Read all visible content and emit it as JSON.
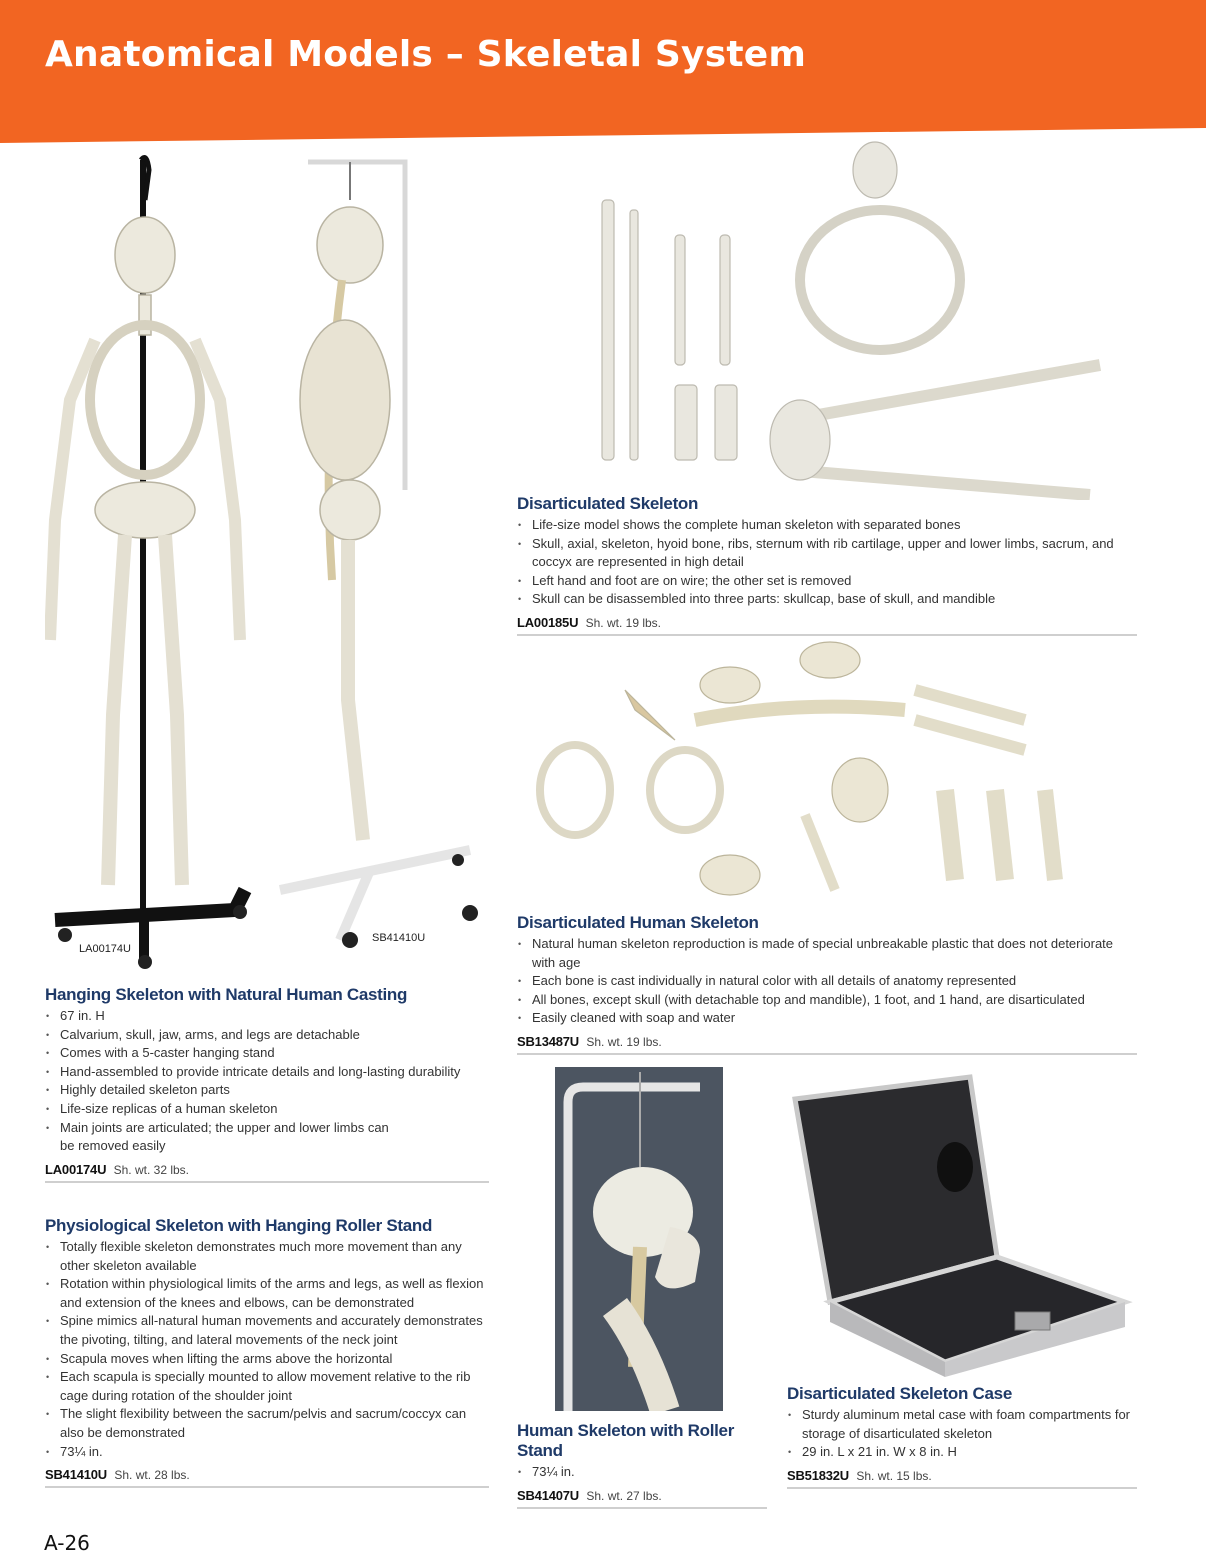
{
  "header": {
    "title": "Anatomical Models – Skeletal System",
    "color": "#f26522"
  },
  "images": {
    "hanging_skeleton_caption": "LA00174U",
    "physiological_skeleton_caption": "SB41410U"
  },
  "products": [
    {
      "title": "Disarticulated Skeleton",
      "bullets": [
        "Life-size model shows the complete human skeleton with separated bones",
        "Skull, axial, skeleton, hyoid bone, ribs, sternum with rib cartilage, upper and lower limbs, sacrum, and coccyx are represented in high detail",
        "Left hand and foot are on wire; the other set is removed",
        "Skull can be disassembled into three parts: skullcap, base of skull, and mandible"
      ],
      "sku": "LA00185U",
      "weight": "Sh. wt. 19 lbs."
    },
    {
      "title": "Disarticulated Human Skeleton",
      "bullets": [
        "Natural human skeleton reproduction is made of special unbreakable plastic that does not deteriorate with age",
        "Each bone is cast individually in natural color with all details of anatomy represented",
        "All bones, except skull (with detachable top and mandible), 1 foot, and 1 hand, are disarticulated",
        "Easily cleaned with soap and water"
      ],
      "sku": "SB13487U",
      "weight": "Sh. wt. 19 lbs."
    },
    {
      "title": "Hanging Skeleton with Natural Human Casting",
      "bullets": [
        "67 in. H",
        "Calvarium, skull, jaw, arms, and legs are detachable",
        "Comes with a 5-caster hanging stand",
        "Hand-assembled to provide intricate details and long-lasting durability",
        "Highly detailed skeleton parts",
        "Life-size replicas of a human skeleton",
        "Main joints are articulated; the upper and lower limbs can be removed easily"
      ],
      "sku": "LA00174U",
      "weight": "Sh. wt. 32 lbs."
    },
    {
      "title": "Physiological Skeleton with Hanging Roller Stand",
      "bullets": [
        "Totally flexible skeleton demonstrates much more movement than any other skeleton available",
        "Rotation within physiological limits of the arms and legs, as well as flexion and extension of the knees and elbows, can be demonstrated",
        "Spine mimics all-natural human movements and accurately demonstrates the pivoting, tilting, and lateral movements of the neck joint",
        "Scapula moves when lifting the arms above the horizontal",
        "Each scapula is specially mounted to allow movement relative to the rib cage during rotation of the shoulder joint",
        "The slight flexibility between the sacrum/pelvis and sacrum/coccyx can also be demonstrated",
        "73¼ in."
      ],
      "sku": "SB41410U",
      "weight": "Sh. wt. 28 lbs."
    },
    {
      "title": "Human Skeleton with Roller Stand",
      "bullets": [
        "73¼ in."
      ],
      "sku": "SB41407U",
      "weight": "Sh. wt. 27 lbs."
    },
    {
      "title": "Disarticulated Skeleton Case",
      "bullets": [
        "Sturdy aluminum metal case with foam compartments for storage of disarticulated skeleton",
        "29 in. L x 21 in. W x 8 in. H"
      ],
      "sku": "SB51832U",
      "weight": "Sh. wt. 15 lbs."
    }
  ],
  "footer": {
    "page_number": "A-26"
  }
}
